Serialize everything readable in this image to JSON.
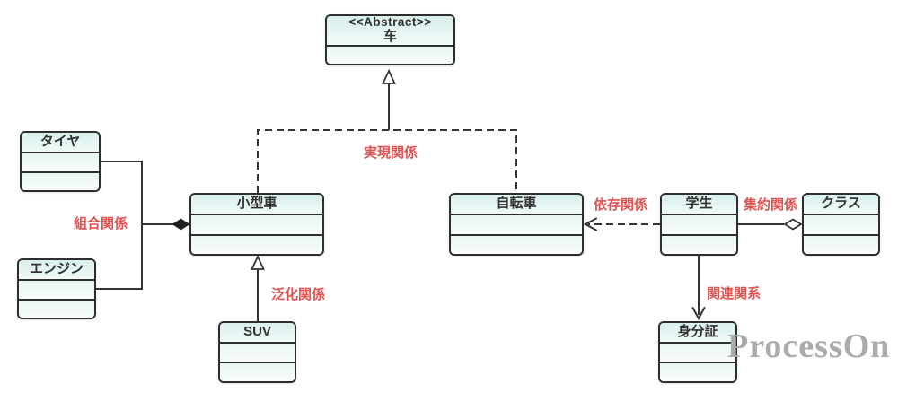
{
  "canvas": {
    "background": "#ffffff",
    "watermark": "ProcessOn"
  },
  "nodes": {
    "car": {
      "stereotype": "<<Abstract>>",
      "title": "车"
    },
    "tire": {
      "title": "タイヤ"
    },
    "engine": {
      "title": "エンジン"
    },
    "small_car": {
      "title": "小型車"
    },
    "suv": {
      "title": "SUV"
    },
    "bicycle": {
      "title": "自転車"
    },
    "student": {
      "title": "学生"
    },
    "klass": {
      "title": "クラス"
    },
    "id_card": {
      "title": "身分証"
    }
  },
  "edges": {
    "composition": {
      "label": "組合関係",
      "line": "solid",
      "marker": "filled-diamond"
    },
    "realization": {
      "label": "実現関係",
      "line": "dashed",
      "marker": "hollow-triangle"
    },
    "generalization": {
      "label": "泛化関係",
      "line": "solid",
      "marker": "hollow-triangle"
    },
    "dependency": {
      "label": "依存関係",
      "line": "dashed",
      "marker": "open-arrow"
    },
    "aggregation": {
      "label": "集約関係",
      "line": "solid",
      "marker": "hollow-diamond"
    },
    "association": {
      "label": "関連関系",
      "line": "solid",
      "marker": "open-arrow"
    }
  },
  "colors": {
    "box_border": "#2e2e2e",
    "box_fill_top": "#d9efec",
    "box_fill_bottom": "#f8fcfb",
    "line": "#333333",
    "edge_label": "#e25250",
    "watermark": "#ababab"
  }
}
